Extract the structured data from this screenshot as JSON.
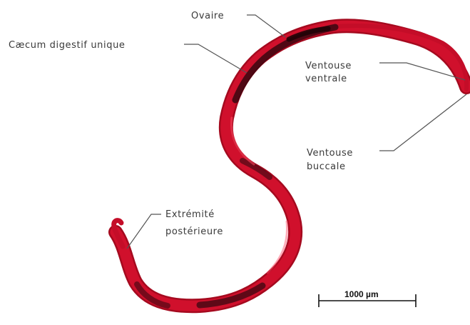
{
  "labels": {
    "ovary": "Ovaire",
    "caecum": "Cæcum digestif unique",
    "ventral_sucker_line1": "Ventouse",
    "ventral_sucker_line2": "ventrale",
    "oral_sucker_line1": "Ventouse",
    "oral_sucker_line2": "buccale",
    "posterior_end_line1": "Extrémité",
    "posterior_end_line2": "postérieure"
  },
  "scale_bar": {
    "label": "1000 µm"
  },
  "colors": {
    "worm_body": "#d0102c",
    "worm_dark": "#3a0710",
    "worm_highlight": "#ff4a63",
    "text": "#3a3a3a",
    "leader_lines": "#555555"
  }
}
